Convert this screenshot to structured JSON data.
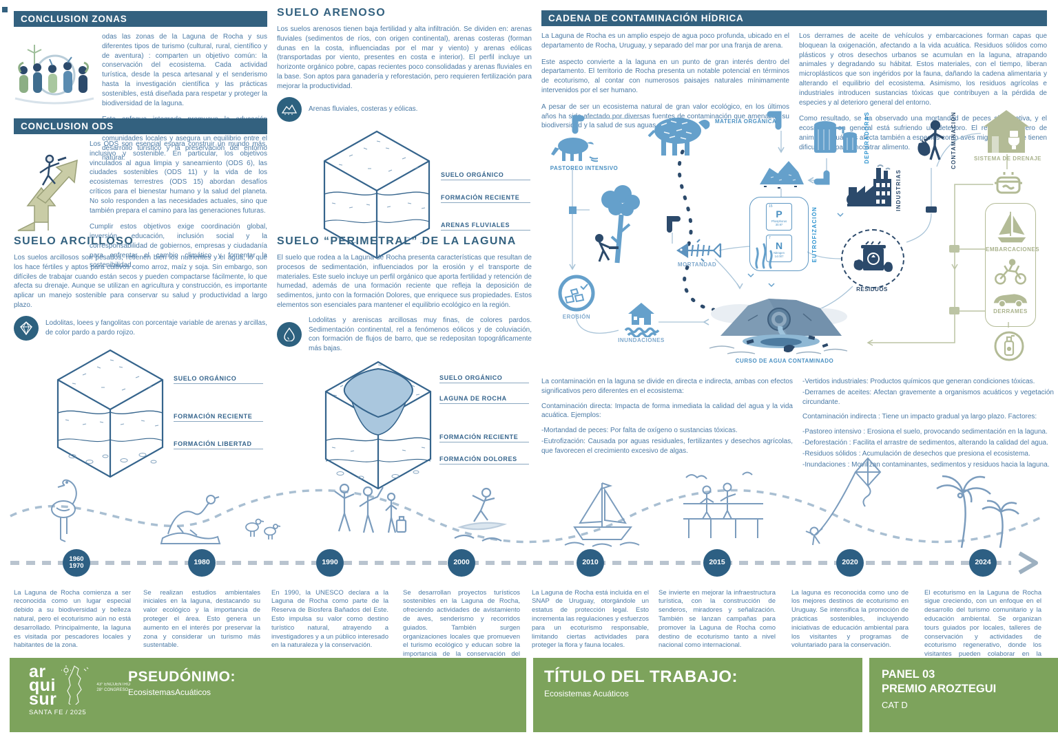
{
  "colors": {
    "header_bar": "#33617f",
    "body_text": "#4b7aa5",
    "icon_blue": "#65a0cb",
    "icon_navy": "#2c4a6b",
    "icon_olive": "#b3bb96",
    "footer_green": "#7da35c",
    "timeline_circle": "#2d5f83"
  },
  "zonas": {
    "title": "CONCLUSION ZONAS",
    "p1": "odas las zonas de la Laguna de Rocha y sus diferentes tipos de turismo (cultural, rural, científico y de aventura) : comparten un objetivo común: la conservación del ecosistema. Cada actividad turística, desde la pesca artesanal y el senderismo hasta la investigación científica y las prácticas sostenibles, está diseñada para respetar y proteger la biodiversidad de la laguna.",
    "p2": "Este enfoque integrado promueve la educación ambiental, fomenta la participación de las comunidades locales y asegura un equilibrio entre el desarrollo turístico y la preservación del entorno natural."
  },
  "ods": {
    "title": "CONCLUSION ODS",
    "p1": "Los ODS son esencial espara construir un mundo más, inclusivo y sostenible. En particular, los objetivos vinculados al agua limpia y saneamiento (ODS 6), las ciudades sostenibles (ODS 11) y la vida de los ecosistemas terrestres (ODS 15) abordan desafíos críticos para el bienestar humano y la salud del planeta. No solo responden a las necesidades actuales, sino que también prepara el camino para las generaciones futuras.",
    "p2": "Cumplir estos objetivos exige coordinación global, inversión, educación, inclusión social y la corresponsabilidad de gobiernos, empresas y ciudadanía para enfrentar el cambio climático y fomentar la sostenibilidad."
  },
  "arenoso": {
    "title": "SUELO ARENOSO",
    "body": "Los suelos arenosos tienen baja fertilidad y alta infiltración. Se dividen en: arenas fluviales (sedimentos de ríos, con origen continental), arenas costeras (forman dunas en la costa, influenciadas por el mar y viento) y arenas eólicas (transportadas por viento, presentes en costa e interior). El perfil incluye un horizonte orgánico pobre, capas recientes poco consolidadas y arenas fluviales en la base. Son aptos para ganadería y reforestación, pero requieren fertilización para mejorar la productividad.",
    "note": "Arenas fluviales, costeras y eólicas.",
    "labels": [
      "SUELO ORGÁNICO",
      "FORMACIÓN RECIENTE",
      "ARENAS FLUVIALES"
    ]
  },
  "arcilloso": {
    "title": "SUELO ARCILLOSO",
    "body": "Los suelos arcillosos son pesados, retienen bien los nutrientes y el agua, lo que los hace fértiles y aptos para cultivos como arroz, maíz y soja. Sin embargo, son difíciles de trabajar cuando están secos y pueden compactarse fácilmente, lo que afecta su drenaje. Aunque se utilizan en agricultura y construcción, es importante aplicar un manejo sostenible para conservar su salud y productividad a largo plazo.",
    "note": "Lodolitas, loees y fangolitas con porcentaje variable de arenas y arcillas, de color pardo a pardo rojizo.",
    "labels": [
      "SUELO ORGÁNICO",
      "FORMACIÓN RECIENTE",
      "FORMACIÓN LIBERTAD"
    ]
  },
  "perimetral": {
    "title": "SUELO “PERIMETRAL” DE LA LAGUNA",
    "body": "El suelo que rodea a la Laguna de Rocha presenta características que resultan de procesos de sedimentación, influenciados por la erosión y el transporte de materiales. Este suelo incluye un perfil orgánico que aporta fertilidad y retención de humedad, además de una formación reciente que refleja la deposición de sedimentos, junto con la formación Dolores, que enriquece sus propiedades. Estos elementos son esenciales para mantener el equilibrio ecológico en la región.",
    "note": "Lodolitas y areniscas arcillosas muy finas, de colores pardos. Sedimentación continental, rel a fenómenos eólicos y de coluviación, con formación de flujos de barro, que se redepositan topográficamente más bajas.",
    "labels": [
      "SUELO ORGÁNICO",
      "LAGUNA DE ROCHA",
      "FORMACIÓN RECIENTE",
      "FORMACIÓN DOLORES"
    ]
  },
  "cadena": {
    "title": "CADENA DE CONTAMINACIÓN HÍDRICA",
    "intro_left": [
      "La Laguna de Rocha es un amplio espejo de agua poco profunda, ubicado en el departamento de Rocha, Uruguay, y separado del mar por una franja de arena.",
      "Este aspecto convierte a la laguna en un punto de gran interés dentro del departamento. El territorio de Rocha presenta un notable potencial en términos de ecoturismo, al contar con numerosos paisajes naturales mínimamente intervenidos por el ser humano.",
      "A pesar de ser un ecosistema natural de gran valor ecológico, en los últimos años ha sido afectado por diversas fuentes de contaminación que amenazan su biodiversidad y la salud de sus aguas."
    ],
    "intro_right": [
      "Los derrames de aceite de vehículos y embarcaciones forman capas que bloquean la oxigenación, afectando a la vida acuática. Residuos sólidos como plásticos y otros desechos urbanos se acumulan en la laguna, atrapando animales y degradando su hábitat. Estos materiales, con el tiempo, liberan microplásticos que son ingéridos por la fauna, dañando la cadena alimentaria y alterando el equilibrio del ecosistema. Asimismo, los residuos agrícolas e industriales introducen sustancias tóxicas que contribuyen a la pérdida de especies y al deterioro general del entorno.",
      "Como resultado, se ha observado una mortandad de peces significativa, y el ecosistema en general está sufriendo un deterioro. El reducido número de animales acuáticos afecta también a especies como aves migratorias, que tienen dificultades para encontrar alimento."
    ],
    "nodes": {
      "pastoreo": "PASTOREO INTENSIVO",
      "materia": "MATERIA ORGÁNICA",
      "depuradoras": "DEPURADORAS",
      "contaminacion": "CONTAMINACIÓN",
      "drenaje": "SISTEMA DE DRENAJE",
      "industrias": "INDUSTRIAS",
      "eutrofizacion": "EUTROFIZACIÓN",
      "mortandad": "MORTANDAD",
      "residuos": "RESIDUOS",
      "embarcaciones": "EMBARCACIONES",
      "derrames": "DERRAMES",
      "erosion": "EROSIÓN",
      "inundaciones": "INUNDACIONES",
      "curso": "CURSO DE AGUA CONTAMINADO"
    },
    "elements": {
      "p": {
        "number": "15",
        "symbol": "P",
        "name": "Phosphorus",
        "mass": "30.97"
      },
      "n": {
        "number": "7",
        "symbol": "N",
        "name": "Nitrogen",
        "mass": "14.007"
      }
    },
    "outro_left": [
      "La contaminación en la laguna se divide en directa e indirecta, ambas con efectos significativos pero diferentes en el ecosistema:",
      "Contaminación directa: Impacta de forma inmediata la calidad del agua y la vida acuática. Ejemplos:",
      "-Mortandad de peces: Por falta de oxígeno o sustancias tóxicas.",
      "-Eutrofización: Causada por aguas residuales, fertilizantes y desechos agrícolas, que favorecen el crecimiento excesivo de algas."
    ],
    "outro_right": [
      "-Vertidos industriales: Productos químicos que generan condiciones tóxicas.",
      "-Derrames de aceites: Afectan gravemente a organismos acuáticos y vegetación circundante.",
      "Contaminación indirecta : Tiene un impacto gradual ya largo plazo. Factores:",
      "-Pastoreo intensivo : Erosiona el suelo, provocando sedimentación en la laguna.",
      "-Deforestación : Facilita el arrastre de sedimentos, alterando la calidad del agua.",
      "-Residuos sólidos : Acumulación de desechos que presiona el ecosistema.",
      "-Inundaciones : Movilizan contaminantes, sedimentos y residuos hacia la laguna."
    ]
  },
  "timeline": {
    "entries": [
      {
        "year": "1960\n1970",
        "text": "La Laguna de Rocha comienza a ser reconocida como un lugar especial debido a su biodiversidad y belleza natural, pero el ecoturismo aún no está desarrollado. Principalmente, la laguna es visitada por pescadores locales y habitantes de la zona."
      },
      {
        "year": "1980",
        "text": "Se realizan estudios ambientales iniciales en la laguna, destacando su valor ecológico y la importancia de proteger el área. Esto genera un aumento en el interés por preservar la zona y considerar un turismo más sustentable."
      },
      {
        "year": "1990",
        "text": "En 1990, la UNESCO declara a la Laguna de Rocha como parte de la Reserva de Biosfera Bañados del Este. Esto impulsa su valor como destino turístico natural, atrayendo a investigadores y a un público interesado en la naturaleza y la conservación."
      },
      {
        "year": "2000",
        "text": "Se desarrollan proyectos turísticos sostenibles en la Laguna de Rocha, ofreciendo actividades de avistamiento de aves, senderismo y recorridos guiados. También surgen organizaciones locales que promueven el turismo ecológico y educan sobre la importancia de la conservación del hábitat."
      },
      {
        "year": "2010",
        "text": "La Laguna de Rocha está incluida en el SNAP de Uruguay, otorgándole un estatus de protección legal. Esto incrementa las regulaciones y esfuerzos para un ecoturismo responsable, limitando ciertas actividades para proteger la flora y fauna locales."
      },
      {
        "year": "2015",
        "text": "Se invierte en mejorar la infraestructura turística, con la construcción de senderos, miradores y señalización. También se lanzan campañas para promover la Laguna de Rocha como destino de ecoturismo tanto a nivel nacional como internacional."
      },
      {
        "year": "2020",
        "text": "La laguna es reconocida como uno de los mejores destinos de ecoturismo en Uruguay. Se intensifica la promoción de prácticas sostenibles, incluyendo iniciativas de educación ambiental para los visitantes y programas de voluntariado para la conservación."
      },
      {
        "year": "2024",
        "text": "El ecoturismo en la Laguna de Rocha sigue creciendo, con un enfoque en el desarrollo del turismo comunitario y la educación ambiental. Se organizan tours guiados por locales, talleres de conservación y actividades de ecoturismo regenerativo, donde los visitantes pueden colaborar en la protección y cuidado del área."
      }
    ]
  },
  "footer": {
    "logo": {
      "line1": "ar",
      "line2": "qui",
      "line3": "sur",
      "event1": "43° ENCUENTRO",
      "event2": "28° CONGRESO",
      "place": "SANTA FE / 2025"
    },
    "pseudonimo_label": "PSEUDÓNIMO:",
    "pseudonimo_value": "EcosistemasAcuáticos",
    "titulo_label": "TÍTULO DEL TRABAJO:",
    "titulo_value": "Ecosistemas Acuáticos",
    "panel": "PANEL 03",
    "premio": "PREMIO AROZTEGUI",
    "cat": "CAT D"
  }
}
